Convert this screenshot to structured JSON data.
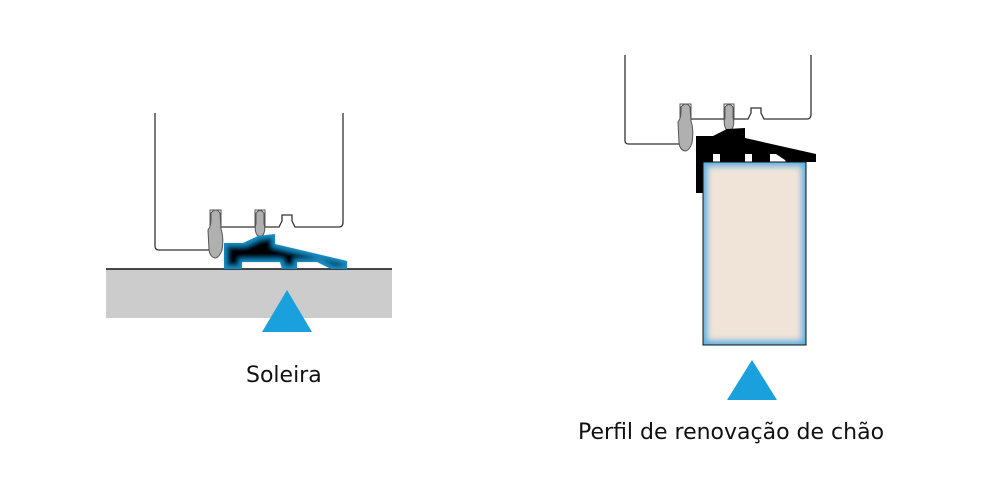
{
  "diagrams": [
    {
      "id": "soleira",
      "label": "Soleira",
      "profile_color": "#000000",
      "glow_color": "#1f8fc8",
      "floor_color": "#cccccc"
    },
    {
      "id": "perfil-renovacao",
      "label": "Perfil de renovação de chão",
      "profile_color": "#000000",
      "fill_color": "#f0e4d8",
      "glow_color": "#5ab4e0"
    }
  ],
  "marker_color": "#1aa0dc",
  "seal_color": "#b0b0b0",
  "outline_color": "#333333"
}
